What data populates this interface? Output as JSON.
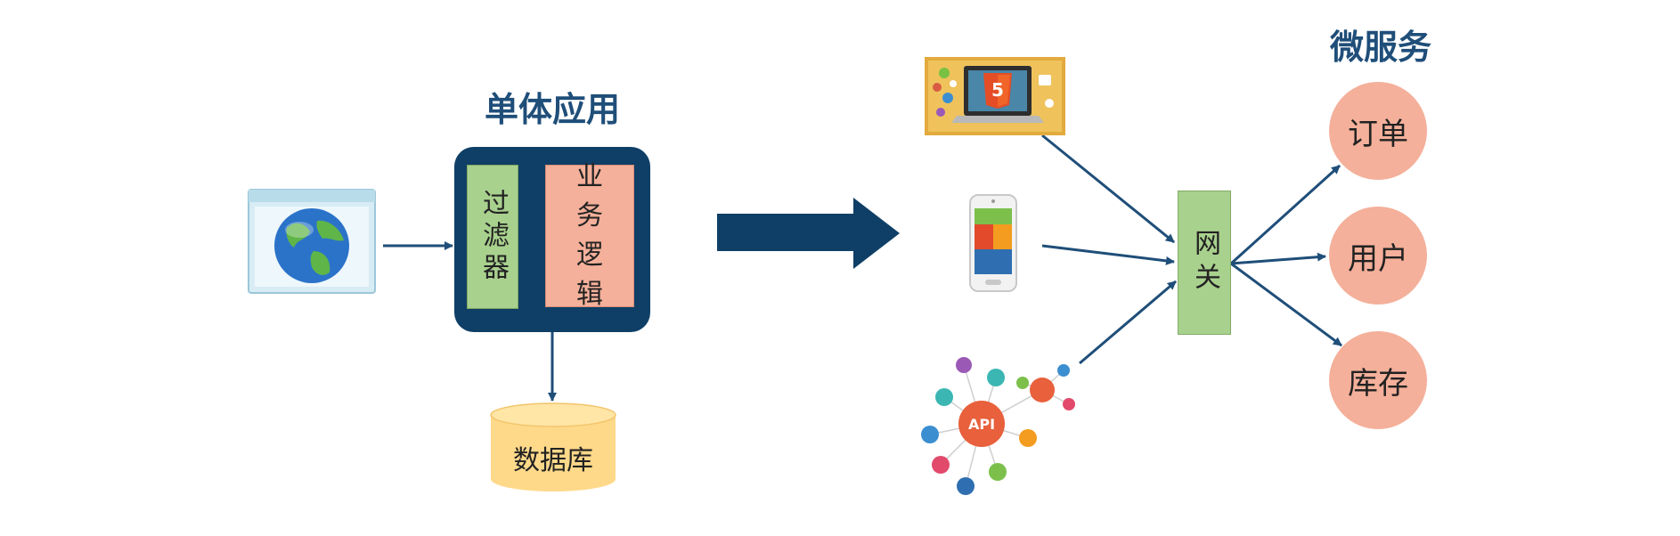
{
  "monolith": {
    "title": "单体应用",
    "filter_label": "过滤器",
    "business_logic_label": "业务逻辑",
    "database_label": "数据库"
  },
  "microservices": {
    "title": "微服务",
    "gateway_label": "网关",
    "services": [
      "订单",
      "用户",
      "库存"
    ]
  },
  "clients": {
    "api_text": "API"
  },
  "colors": {
    "navy": "#0f3f66",
    "green_box": "#a9d18e",
    "salmon": "#f4b09a",
    "db_yellow": "#ffd98a",
    "title_blue": "#1f4e79"
  }
}
